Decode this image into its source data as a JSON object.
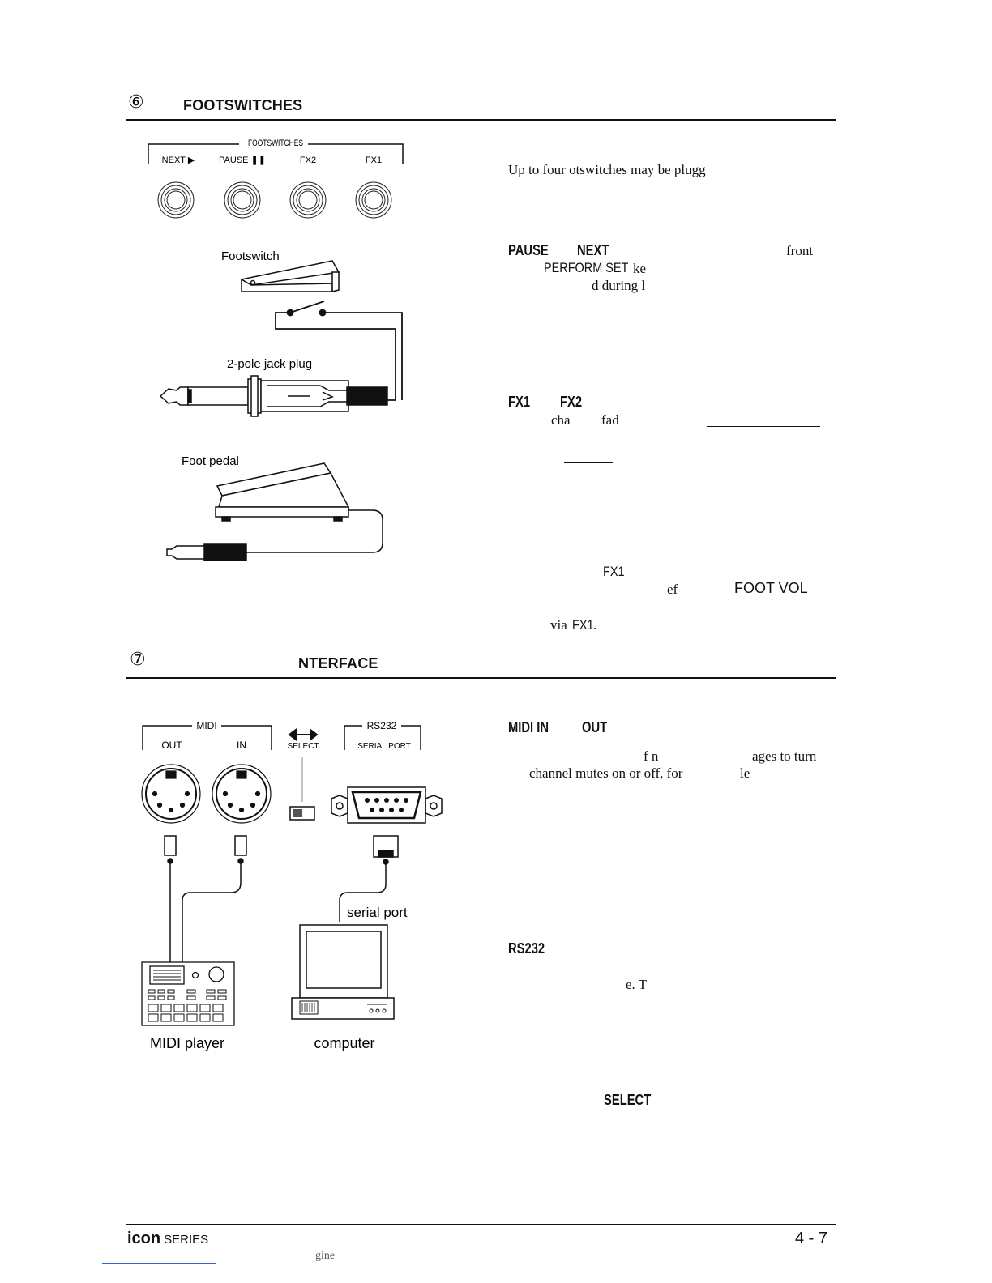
{
  "section6": {
    "number": "⑥",
    "title": "FOOTSWITCHES",
    "figure": {
      "panel_label": "FOOTSWITCHES",
      "jack_labels": [
        "NEXT ▶",
        "PAUSE ❚❚",
        "FX2",
        "FX1"
      ],
      "footswitch_label": "Footswitch",
      "jack_plug_label": "2-pole jack plug",
      "foot_pedal_label": "Foot pedal"
    },
    "text": {
      "intro": "Up to four    otswitches may be plugg",
      "pause_kw": "PAUSE",
      "next_kw": "NEXT",
      "front": "front",
      "perform_set": "PERFORM SET",
      "ke": "ke",
      "during": "d during l",
      "fx1_kw": "FX1",
      "fx2_kw": "FX2",
      "cha": "cha",
      "fad": "fad",
      "fx1_inline": "FX1",
      "ef": "ef",
      "foot_vol": "FOOT VOL",
      "via": "via",
      "via_fx1": "FX1",
      "period": "."
    }
  },
  "section7": {
    "number": "⑦",
    "title": "NTERFACE",
    "figure": {
      "midi_label": "MIDI",
      "out_label": "OUT",
      "in_label": "IN",
      "select_label": "SELECT",
      "rs232_label": "RS232",
      "serial_port_label": "SERIAL PORT",
      "serial_port_cable": "serial port",
      "midi_player": "MIDI player",
      "computer": "computer"
    },
    "text": {
      "midi_in_kw": "MIDI IN",
      "out_kw": "OUT",
      "fn": "f n",
      "ages": "ages to turn",
      "channel_mutes": "channel mutes on or off, for",
      "le": "le",
      "rs232_kw": "RS232",
      "e_t": "e.  T",
      "select_kw": "SELECT"
    }
  },
  "footer": {
    "brand": "icon",
    "series": "SERIES",
    "page": "4 - 7",
    "bottom_fragment": "gine"
  }
}
